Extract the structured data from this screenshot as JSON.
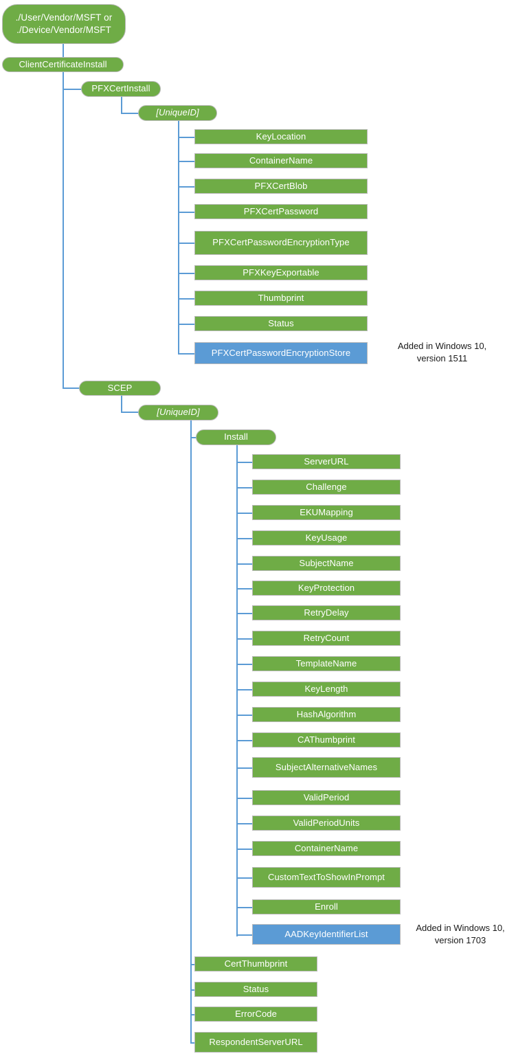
{
  "diagram": {
    "title": "ClientCertificateInstall CSP node tree",
    "colors": {
      "node_green": "#6FAC46",
      "node_blue": "#5B9BD5",
      "connector": "#5B9BD5",
      "node_border": "#b9b9b9",
      "background": "#ffffff",
      "node_text": "#ffffff",
      "note_text": "#1a1a1a"
    }
  },
  "root": {
    "label": "./User/Vendor/MSFT or\n./Device/Vendor/MSFT"
  },
  "level1": {
    "client_certificate_install": "ClientCertificateInstall"
  },
  "pfx": {
    "branch": "PFXCertInstall",
    "unique_id": "[UniqueID]",
    "children": [
      "KeyLocation",
      "ContainerName",
      "PFXCertBlob",
      "PFXCertPassword",
      "PFXCertPasswordEncryptionType",
      "PFXKeyExportable",
      "Thumbprint",
      "Status"
    ],
    "added_child": "PFXCertPasswordEncryptionStore",
    "added_note": "Added in Windows 10,\nversion 1511"
  },
  "scep": {
    "branch": "SCEP",
    "unique_id": "[UniqueID]",
    "install": "Install",
    "install_children": [
      "ServerURL",
      "Challenge",
      "EKUMapping",
      "KeyUsage",
      "SubjectName",
      "KeyProtection",
      "RetryDelay",
      "RetryCount",
      "TemplateName",
      "KeyLength",
      "HashAlgorithm",
      "CAThumbprint",
      "SubjectAlternativeNames",
      "ValidPeriod",
      "ValidPeriodUnits",
      "ContainerName",
      "CustomTextToShowInPrompt",
      "Enroll"
    ],
    "added_child": "AADKeyIdentifierList",
    "added_note": "Added in Windows 10,\nversion 1703",
    "unique_id_children": [
      "CertThumbprint",
      "Status",
      "ErrorCode",
      "RespondentServerURL"
    ]
  }
}
